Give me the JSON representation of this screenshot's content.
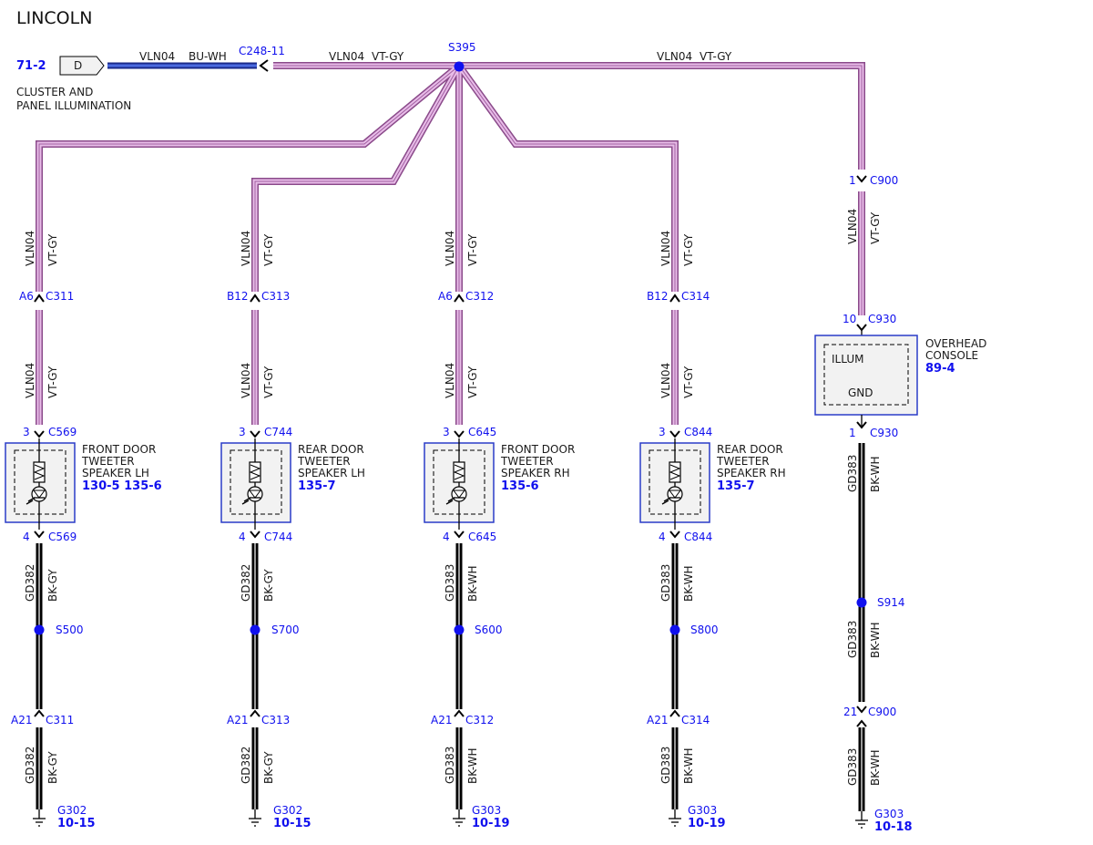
{
  "title": "LINCOLN",
  "source": {
    "ref": "71-2",
    "connector_letter": "D",
    "name_line1": "CLUSTER AND",
    "name_line2": "PANEL ILLUMINATION",
    "circuit": "VLN04",
    "color": "BU-WH",
    "connector": "C248-11"
  },
  "feed": {
    "circuit": "VLN04",
    "color": "VT-GY",
    "splice": "S395"
  },
  "overhead_branch": {
    "circuit": "VLN04",
    "color": "VT-GY"
  },
  "branches": [
    {
      "upper_circuit": "VLN04",
      "upper_color": "VT-GY",
      "inline_pin": "A6",
      "inline_conn": "C311",
      "lower_circuit": "VLN04",
      "lower_color": "VT-GY",
      "dev_pin_in": "3",
      "dev_conn": "C569",
      "dev_name": [
        "FRONT DOOR",
        "TWEETER",
        "SPEAKER LH"
      ],
      "dev_ref": "130-5 135-6",
      "dev_pin_out": "4",
      "gnd_circuit": "GD382",
      "gnd_color": "BK-GY",
      "splice": "S500",
      "gnd_pin2": "A21",
      "gnd_conn2": "C311",
      "gnd_circuit2": "GD382",
      "gnd_color2": "BK-GY",
      "ground": "G302",
      "ground_ref": "10-15"
    },
    {
      "upper_circuit": "VLN04",
      "upper_color": "VT-GY",
      "inline_pin": "B12",
      "inline_conn": "C313",
      "lower_circuit": "VLN04",
      "lower_color": "VT-GY",
      "dev_pin_in": "3",
      "dev_conn": "C744",
      "dev_name": [
        "REAR DOOR",
        "TWEETER",
        "SPEAKER LH"
      ],
      "dev_ref": "135-7",
      "dev_pin_out": "4",
      "gnd_circuit": "GD382",
      "gnd_color": "BK-GY",
      "splice": "S700",
      "gnd_pin2": "A21",
      "gnd_conn2": "C313",
      "gnd_circuit2": "GD382",
      "gnd_color2": "BK-GY",
      "ground": "G302",
      "ground_ref": "10-15"
    },
    {
      "upper_circuit": "VLN04",
      "upper_color": "VT-GY",
      "inline_pin": "A6",
      "inline_conn": "C312",
      "lower_circuit": "VLN04",
      "lower_color": "VT-GY",
      "dev_pin_in": "3",
      "dev_conn": "C645",
      "dev_name": [
        "FRONT DOOR",
        "TWEETER",
        "SPEAKER RH"
      ],
      "dev_ref": "135-6",
      "dev_pin_out": "4",
      "gnd_circuit": "GD383",
      "gnd_color": "BK-WH",
      "splice": "S600",
      "gnd_pin2": "A21",
      "gnd_conn2": "C312",
      "gnd_circuit2": "GD383",
      "gnd_color2": "BK-WH",
      "ground": "G303",
      "ground_ref": "10-19"
    },
    {
      "upper_circuit": "VLN04",
      "upper_color": "VT-GY",
      "inline_pin": "B12",
      "inline_conn": "C314",
      "lower_circuit": "VLN04",
      "lower_color": "VT-GY",
      "dev_pin_in": "3",
      "dev_conn": "C844",
      "dev_name": [
        "REAR DOOR",
        "TWEETER",
        "SPEAKER RH"
      ],
      "dev_ref": "135-7",
      "dev_pin_out": "4",
      "gnd_circuit": "GD383",
      "gnd_color": "BK-WH",
      "splice": "S800",
      "gnd_pin2": "A21",
      "gnd_conn2": "C314",
      "gnd_circuit2": "GD383",
      "gnd_color2": "BK-WH",
      "ground": "G303",
      "ground_ref": "10-19"
    }
  ],
  "overhead": {
    "pin1": "1",
    "conn1": "C900",
    "circuit": "VLN04",
    "color": "VT-GY",
    "pin_in": "10",
    "conn_in": "C930",
    "name_line1": "OVERHEAD",
    "name_line2": "CONSOLE",
    "ref": "89-4",
    "illum": "ILLUM",
    "gnd": "GND",
    "pin_out": "1",
    "conn_out": "C930",
    "gnd_circuit": "GD383",
    "gnd_color": "BK-WH",
    "splice": "S914",
    "gnd_circuit2": "GD383",
    "gnd_color2": "BK-WH",
    "pin2": "21",
    "conn2": "C900",
    "gnd_circuit3": "GD383",
    "gnd_color3": "BK-WH",
    "ground": "G303",
    "ground_ref": "10-18"
  }
}
